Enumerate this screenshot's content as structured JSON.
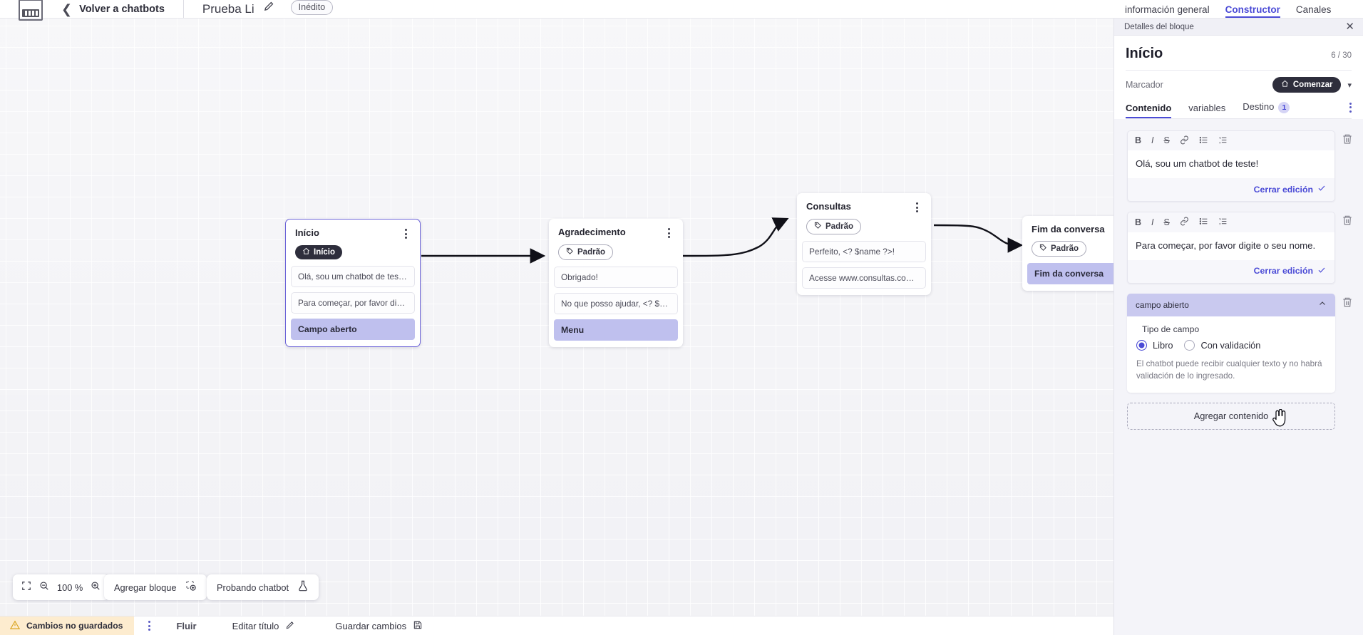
{
  "topbar": {
    "logo_name": "app-logo",
    "back_label": "Volver a chatbots",
    "bot_title": "Prueba Li",
    "status_badge": "Inédito"
  },
  "right_tabs": [
    {
      "label": "información general",
      "active": false
    },
    {
      "label": "Constructor",
      "active": true
    },
    {
      "label": "Canales",
      "active": false
    }
  ],
  "canvas": {
    "nodes": [
      {
        "title": "Início",
        "tag": "Início",
        "tag_style": "dark",
        "tag_icon": "home-icon",
        "selected": true,
        "messages": [
          {
            "text": "Olá, sou um chatbot de teste!",
            "kind": "text"
          },
          {
            "text": "Para começar, por favor digite o ...",
            "kind": "text"
          },
          {
            "text": "Campo aberto",
            "kind": "input"
          }
        ]
      },
      {
        "title": "Agradecimento",
        "tag": "Padrão",
        "tag_style": "light",
        "tag_icon": "tag-icon",
        "selected": false,
        "messages": [
          {
            "text": "Obrigado!",
            "kind": "text"
          },
          {
            "text": "No que posso ajudar, <? $name ...",
            "kind": "text"
          },
          {
            "text": "Menu",
            "kind": "input"
          }
        ]
      },
      {
        "title": "Consultas",
        "tag": "Padrão",
        "tag_style": "light",
        "tag_icon": "tag-icon",
        "selected": false,
        "messages": [
          {
            "text": "Perfeito, <? $name ?>!",
            "kind": "text"
          },
          {
            "text": "Acesse www.consultas.com par...",
            "kind": "text"
          }
        ]
      },
      {
        "title": "Fim da conversa",
        "tag": "Padrão",
        "tag_style": "light",
        "tag_icon": "tag-icon",
        "selected": false,
        "messages": [
          {
            "text": "Fim da conversa",
            "kind": "input"
          }
        ]
      }
    ]
  },
  "float_toolbar": {
    "fit_icon": "fit-screen-icon",
    "zoom_out_icon": "zoom-out-icon",
    "zoom_level": "100 %",
    "zoom_in_icon": "zoom-in-icon",
    "add_block_label": "Agregar bloque",
    "add_block_icon": "add-block-icon",
    "test_label": "Probando chatbot",
    "test_icon": "flask-icon"
  },
  "statusbar": {
    "unsaved_label": "Cambios no guardados",
    "warning_icon": "warning-icon",
    "kebab_icon": "more-vertical-icon",
    "flow_tab": "Fluir",
    "edit_title_label": "Editar título",
    "edit_title_icon": "pencil-icon",
    "save_label": "Guardar cambios",
    "save_icon": "save-icon"
  },
  "panel": {
    "topbar_title": "Detalles del bloque",
    "close_icon": "close-icon",
    "title": "Início",
    "count": "6 / 30",
    "marcador_label": "Marcador",
    "start_pill": "Comenzar",
    "start_pill_icon": "home-icon",
    "chevron_icon": "chevron-down-icon",
    "tabs": [
      {
        "label": "Contenido",
        "active": true,
        "badge": null
      },
      {
        "label": "variables",
        "active": false,
        "badge": null
      },
      {
        "label": "Destino",
        "active": false,
        "badge": "1"
      }
    ],
    "editor_toolbar": [
      "B",
      "I",
      "S",
      "link-icon",
      "bullet-list-icon",
      "numbered-list-icon"
    ],
    "blocks": [
      {
        "text": "Olá, sou um chatbot de teste!",
        "close_label": "Cerrar edición"
      },
      {
        "text": "Para começar, por favor digite o seu nome.",
        "close_label": "Cerrar edición"
      }
    ],
    "field_block": {
      "header": "campo abierto",
      "collapse_icon": "chevron-up-icon",
      "type_label": "Tipo de campo",
      "options": [
        {
          "label": "Libro",
          "selected": true
        },
        {
          "label": "Con validación",
          "selected": false
        }
      ],
      "hint": "El chatbot puede recibir cualquier texto y no habrá validación de lo ingresado."
    },
    "add_content_label": "Agregar contenido",
    "trash_icon": "trash-icon"
  },
  "colors": {
    "accent": "#4a4ad6",
    "node_input": "#bfc0ee",
    "dark_pill": "#2e2e3c",
    "unsaved_bg": "#fdeccf",
    "panel_bg": "#f4f4f9"
  }
}
